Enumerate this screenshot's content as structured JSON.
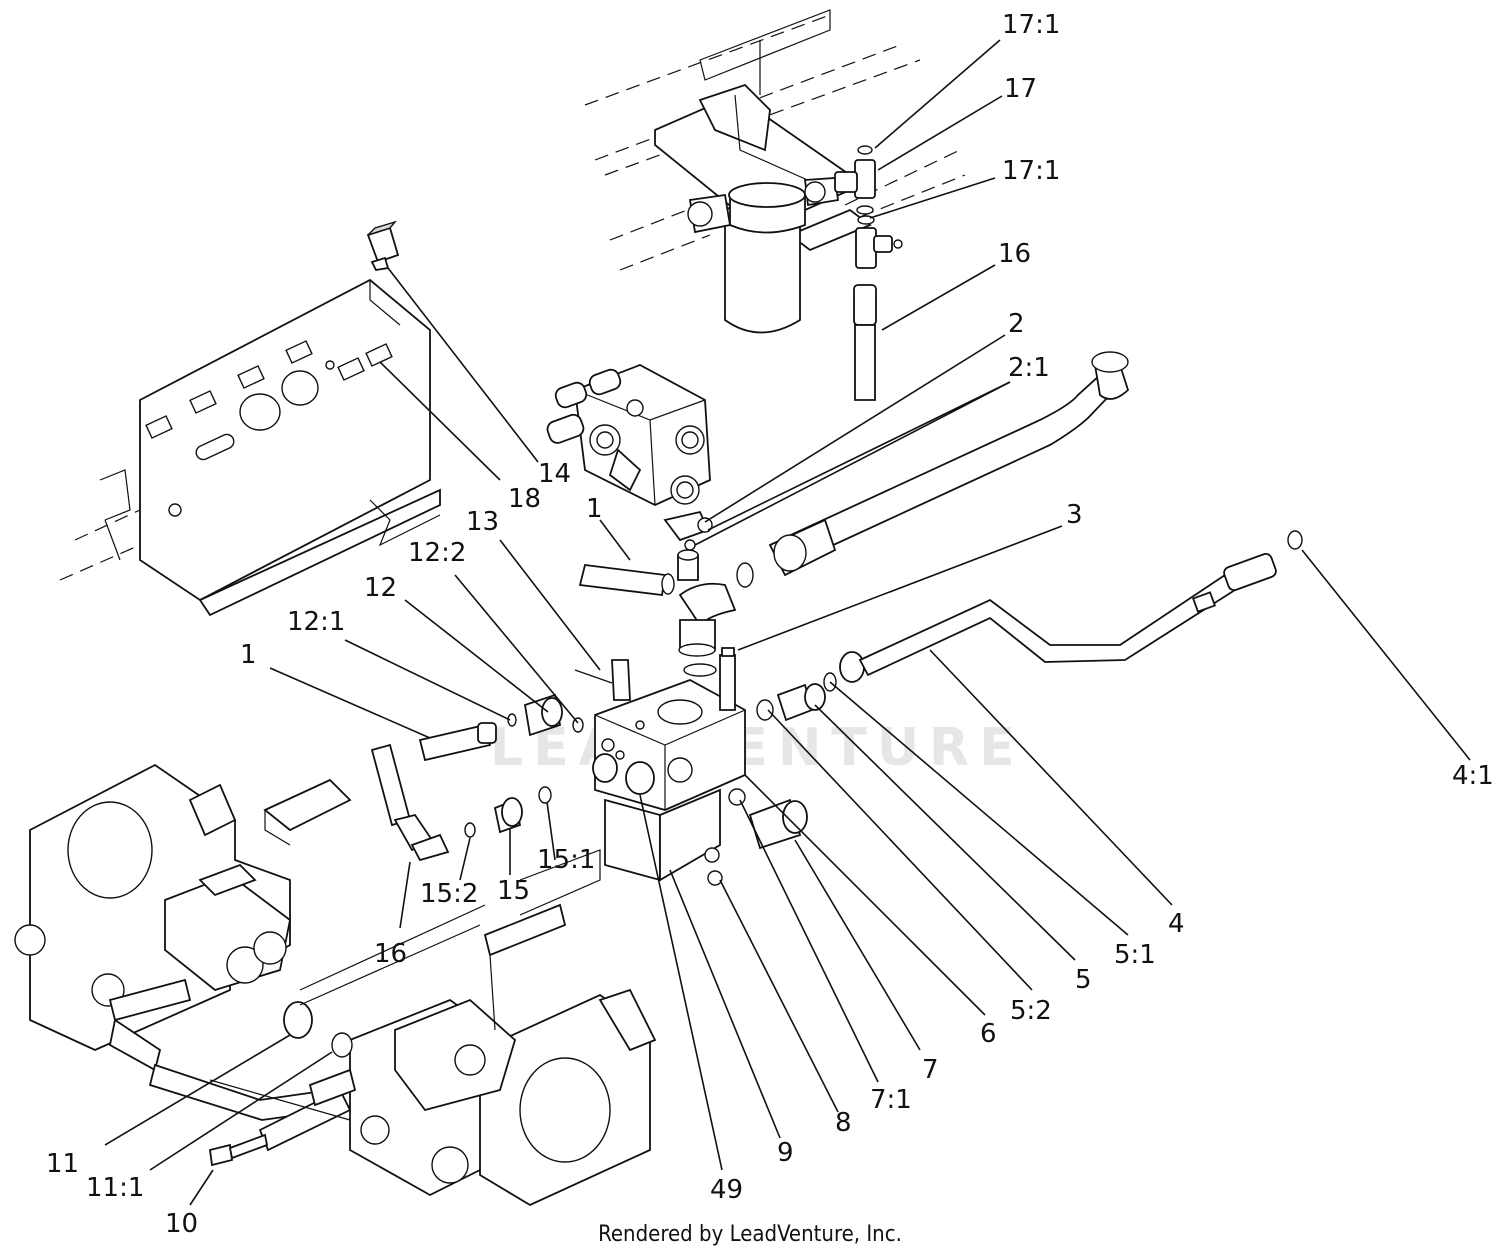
{
  "watermark": "LEADVENTURE",
  "footer": "Rendered by LeadVenture, Inc.",
  "callouts": {
    "c17_1_top": "17:1",
    "c17": "17",
    "c17_1_mid": "17:1",
    "c16_top": "16",
    "c2": "2",
    "c2_1": "2:1",
    "c14": "14",
    "c18": "18",
    "c13": "13",
    "c1_top": "1",
    "c3": "3",
    "c12_2": "12:2",
    "c12": "12",
    "c12_1": "12:1",
    "c1_left": "1",
    "c4_1": "4:1",
    "c15_1": "15:1",
    "c15_2": "15:2",
    "c15": "15",
    "c16_bottom": "16",
    "c4": "4",
    "c5_1": "5:1",
    "c5": "5",
    "c5_2": "5:2",
    "c6": "6",
    "c7": "7",
    "c7_1": "7:1",
    "c8": "8",
    "c9": "9",
    "c49": "49",
    "c11": "11",
    "c11_1": "11:1",
    "c10": "10"
  }
}
